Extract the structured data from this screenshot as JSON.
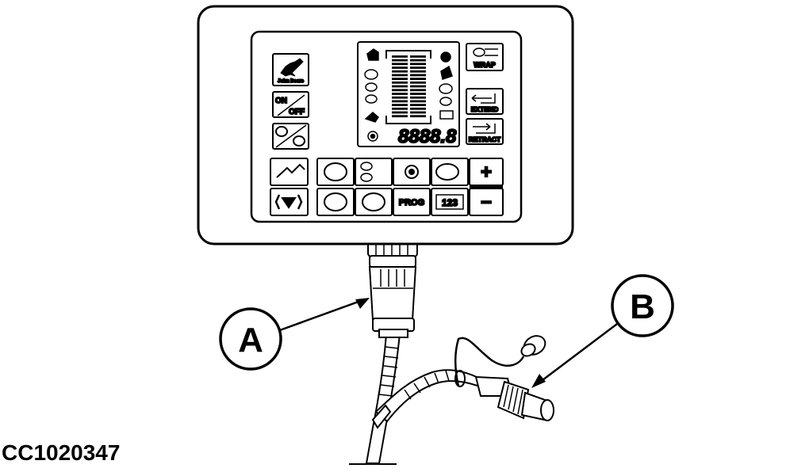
{
  "figure": {
    "reference_code": "CC1020347",
    "callouts": [
      {
        "letter": "A"
      },
      {
        "letter": "B"
      }
    ]
  },
  "monitor": {
    "logo_caption": "John Deere",
    "buttons": {
      "on_off_top": "ON",
      "on_off_bottom": "OFF",
      "wrap": "WRAP",
      "extend": "EXTEND",
      "retract": "RETRACT",
      "plus": "+",
      "minus": "–",
      "prog": "PROG",
      "counter": "123"
    },
    "display": {
      "digits": "8888.8",
      "bar_segments": 17
    }
  }
}
